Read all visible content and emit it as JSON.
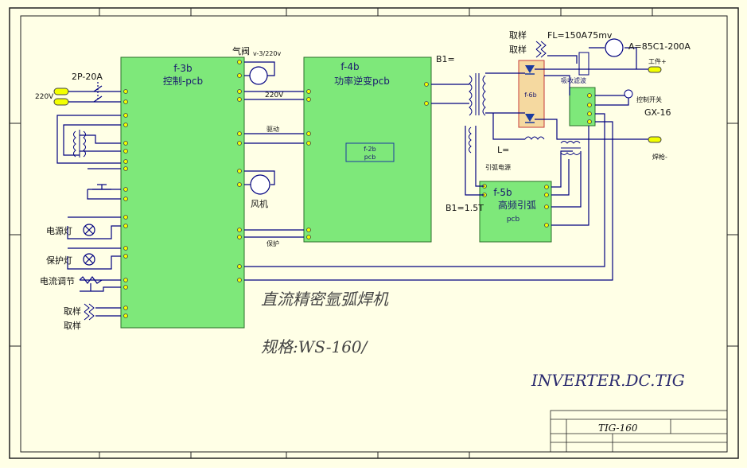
{
  "colors": {
    "sheet": "#ffffe6",
    "border": "#222222",
    "wire": "#000080",
    "pcb_fill": "#7ee87a",
    "pcb_stroke": "#2b6f2b",
    "blue_text": "#1a1a6e",
    "pin_fill": "#f2ff00",
    "red_component": "#c63b3b"
  },
  "blocks": {
    "control": {
      "id": "f-3b",
      "name": "控制-pcb"
    },
    "inverter": {
      "id": "f-4b",
      "name": "功率逆变pcb",
      "sub_id": "f-2b",
      "sub_name": "pcb"
    },
    "arc": {
      "id": "f-5b",
      "name": "高频引弧",
      "sub": "pcb"
    },
    "rectifier": {
      "id": "f-6b"
    }
  },
  "labels": {
    "breaker": "2P-20A",
    "mains": "220V",
    "gas_valve": "气阀",
    "gas_valve_spec": "v-3/220v",
    "fan": "风机",
    "wire_220": "220V",
    "drive": "驱动",
    "protect": "保护",
    "power_lamp": "电源灯",
    "protect_lamp": "保护灯",
    "current_adjust": "电流调节",
    "sample1": "取样",
    "sample2": "取样",
    "sample_top1": "取样",
    "sample_top2": "取样",
    "b1": "B1=",
    "b1_arc": "B1=1.5T",
    "l": "L=",
    "fl": "FL=150A75mv",
    "ammeter": "A=85C1-200A",
    "work_plus": "工件+",
    "torch_minus": "焊枪-",
    "torch_switch": "控制开关",
    "gx": "GX-16",
    "absorb": "吸收滤波",
    "arc_supply": "引弧电源"
  },
  "title": {
    "main": "直流精密氩弧焊机",
    "spec": "规格:WS-160/",
    "english": "INVERTER.DC.TIG"
  },
  "title_block": {
    "drawing_no": "TIG-160"
  }
}
